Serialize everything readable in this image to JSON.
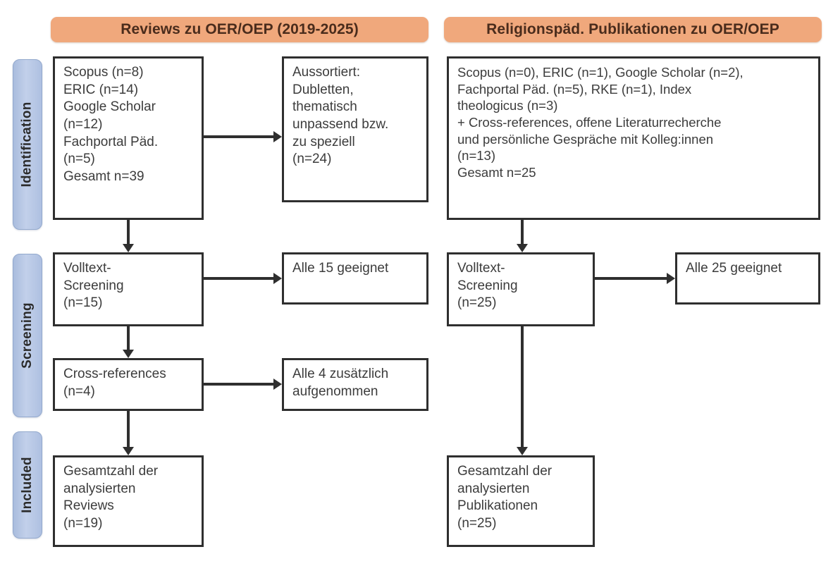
{
  "figure": {
    "type": "prisma-flow-diagram",
    "accent_orange": "#f0a87c",
    "accent_blue": "#b6c7e4",
    "line_color": "#2f2f2f"
  },
  "columns": {
    "left_header": "Reviews zu OER/OEP (2019-2025)",
    "right_header": "Religionspäd. Publikationen zu OER/OEP"
  },
  "stages": [
    {
      "label": "Identification"
    },
    {
      "label": "Screening"
    },
    {
      "label": "Included"
    }
  ],
  "left_column": {
    "identification": "Scopus (n=8)\nERIC (n=14)\nGoogle Scholar\n(n=12)\nFachportal Päd.\n(n=5)\nGesamt n=39",
    "excluded": "Aussortiert:\nDubletten,\nthematisch\nunpassend bzw.\nzu speziell\n(n=24)",
    "screening": "Volltext-\nScreening\n(n=15)",
    "screening_result": "Alle 15 geeignet",
    "cross_references": "Cross-references\n(n=4)",
    "cross_references_result": "Alle 4 zusätzlich\naufgenommen",
    "included": "Gesamtzahl der\nanalysierten\nReviews\n(n=19)"
  },
  "right_column": {
    "identification": "Scopus (n=0), ERIC (n=1), Google Scholar (n=2),\nFachportal Päd. (n=5), RKE (n=1), Index\ntheologicus (n=3)\n+ Cross-references, offene Literaturrecherche\nund persönliche Gespräche mit Kolleg:innen\n(n=13)\nGesamt n=25",
    "screening": "Volltext-\nScreening\n(n=25)",
    "screening_result": "Alle 25 geeignet",
    "included": "Gesamtzahl der\nanalysierten\nPublikationen\n(n=25)"
  }
}
